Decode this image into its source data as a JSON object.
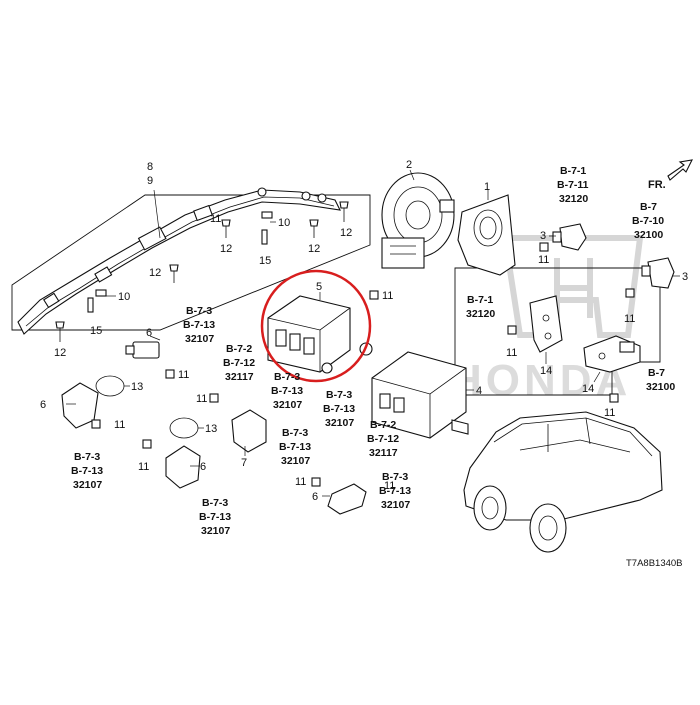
{
  "diagram": {
    "code": "T7A8B1340B",
    "direction_label": "FR.",
    "watermark_text": "HONDA",
    "highlight_color": "#d81e1e",
    "callouts": {
      "c8": "8",
      "c9": "9",
      "c2": "2",
      "c1": "1",
      "c3a": "3",
      "c3b": "3",
      "c5": "5",
      "c4": "4",
      "c6a": "6",
      "c6b": "6",
      "c6c": "6",
      "c6d": "6",
      "c7": "7",
      "c10a": "10",
      "c10b": "10",
      "c12a": "12",
      "c12b": "12",
      "c12c": "12",
      "c12d": "12",
      "c12e": "12",
      "c13a": "13",
      "c13b": "13",
      "c14a": "14",
      "c14b": "14",
      "c15a": "15",
      "c15b": "15",
      "c11a": "11",
      "c11b": "11",
      "c11c": "11",
      "c11d": "11",
      "c11e": "11",
      "c11f": "11",
      "c11g": "11",
      "c11h": "11",
      "c11i": "11",
      "c11j": "11",
      "c11k": "11",
      "c11l": "11"
    },
    "refs": {
      "r1": [
        "B-7-1",
        "B-7-11",
        "32120"
      ],
      "r2": [
        "B-7",
        "B-7-10",
        "32100"
      ],
      "r3": [
        "B-7-1",
        "32120"
      ],
      "r4": [
        "B-7-3",
        "B-7-13",
        "32107"
      ],
      "r5": [
        "B-7-2",
        "B-7-12",
        "32117"
      ],
      "r6": [
        "B-7-3",
        "B-7-13",
        "32107"
      ],
      "r7": [
        "B-7-3",
        "B-7-13",
        "32107"
      ],
      "r8": [
        "B-7-2",
        "B-7-12",
        "32117"
      ],
      "r9": [
        "B-7-3",
        "B-7-13",
        "32107"
      ],
      "r10": [
        "B-7-3",
        "B-7-13",
        "32107"
      ],
      "r11": [
        "B-7-3",
        "B-7-13",
        "32107"
      ],
      "r12": [
        "B-7-3",
        "B-7-13",
        "32107"
      ],
      "r13": [
        "B-7",
        "32100"
      ]
    }
  }
}
